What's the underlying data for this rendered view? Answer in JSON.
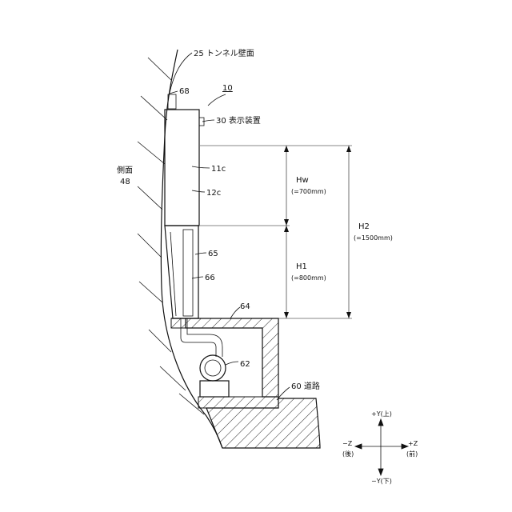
{
  "labels": {
    "wall": "25 トンネル壁面",
    "device_ref": "10",
    "display": "30 表示装置",
    "part_68": "68",
    "side_face": "側面",
    "side_num": "48",
    "p11c": "11c",
    "p12c": "12c",
    "p65": "65",
    "p66": "66",
    "p64": "64",
    "p62": "62",
    "road": "60 道路"
  },
  "dimensions": {
    "hw": "Hw",
    "hw_val": "(=700mm)",
    "h1": "H1",
    "h1_val": "(=800mm)",
    "h2": "H2",
    "h2_val": "(=1500mm)"
  },
  "axes": {
    "plus_y": "+Y(上)",
    "minus_y": "−Y(下)",
    "plus_z": "+Z",
    "plus_z_sub": "(前)",
    "minus_z": "−Z",
    "minus_z_sub": "(後)"
  }
}
